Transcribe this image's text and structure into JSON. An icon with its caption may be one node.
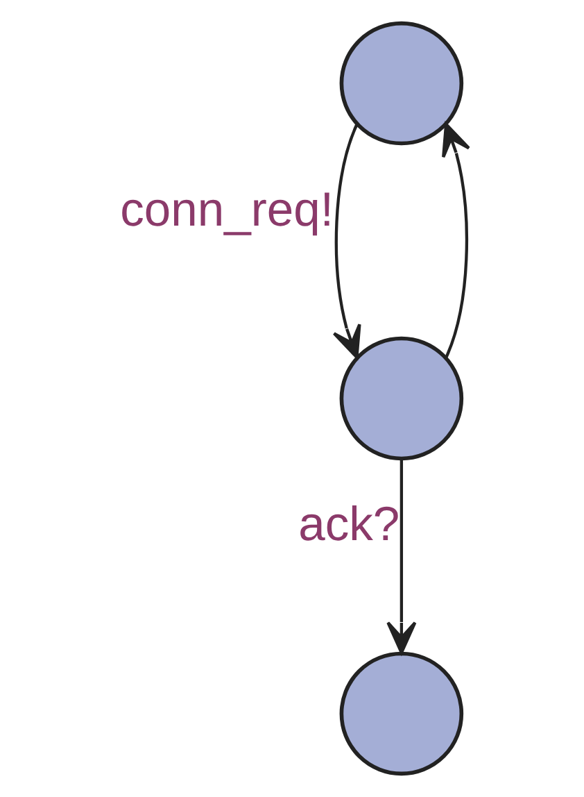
{
  "diagram": {
    "nodes": [
      {
        "text": [],
        "shape": "circle"
      },
      {
        "text": [],
        "shape": "circle"
      },
      {
        "text": [],
        "shape": "circle"
      }
    ],
    "edges": [
      {
        "from": 0,
        "to": 1,
        "arrow": "to",
        "label": "conn_req!"
      },
      {
        "from": 1,
        "to": 0,
        "arrow": "to"
      },
      {
        "from": 1,
        "to": 2,
        "arrow": "to",
        "label": "ack?"
      }
    ]
  }
}
